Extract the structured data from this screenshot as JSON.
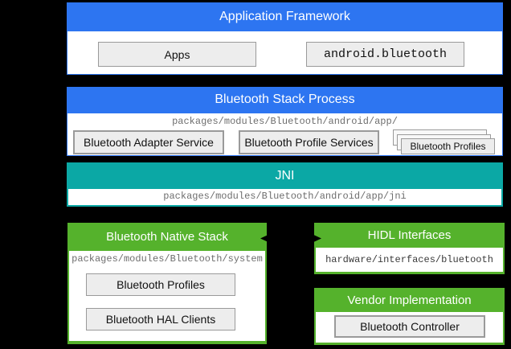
{
  "colors": {
    "blue": "#2d75f1",
    "teal": "#0ba8a5",
    "green": "#55b22c",
    "box_bg": "#ededed",
    "box_border": "#9a9a9a",
    "path_gray": "#6e6e6e",
    "path_dark": "#3a3a3a",
    "arrow": "#000000"
  },
  "sections": {
    "app_framework": {
      "title": "Application Framework",
      "boxes": [
        "Apps",
        "android.bluetooth"
      ]
    },
    "stack_process": {
      "title": "Bluetooth Stack Process",
      "path": "packages/modules/Bluetooth/android/app/",
      "boxes": [
        "Bluetooth Adapter Service",
        "Bluetooth Profile Services"
      ],
      "stacked_box": "Bluetooth Profiles"
    },
    "jni": {
      "title": "JNI",
      "path": "packages/modules/Bluetooth/android/app/jni"
    },
    "native_stack": {
      "title": "Bluetooth Native Stack",
      "path": "packages/modules/Bluetooth/system",
      "boxes": [
        "Bluetooth Profiles",
        "Bluetooth HAL Clients"
      ]
    },
    "hidl": {
      "title": "HIDL Interfaces",
      "path": "hardware/interfaces/bluetooth"
    },
    "vendor": {
      "title": "Vendor Implementation",
      "boxes": [
        "Bluetooth Controller"
      ]
    }
  },
  "connectors": [
    {
      "type": "double-arrow",
      "from": "bluetooth-native-stack",
      "to": "hidl-interfaces"
    }
  ]
}
